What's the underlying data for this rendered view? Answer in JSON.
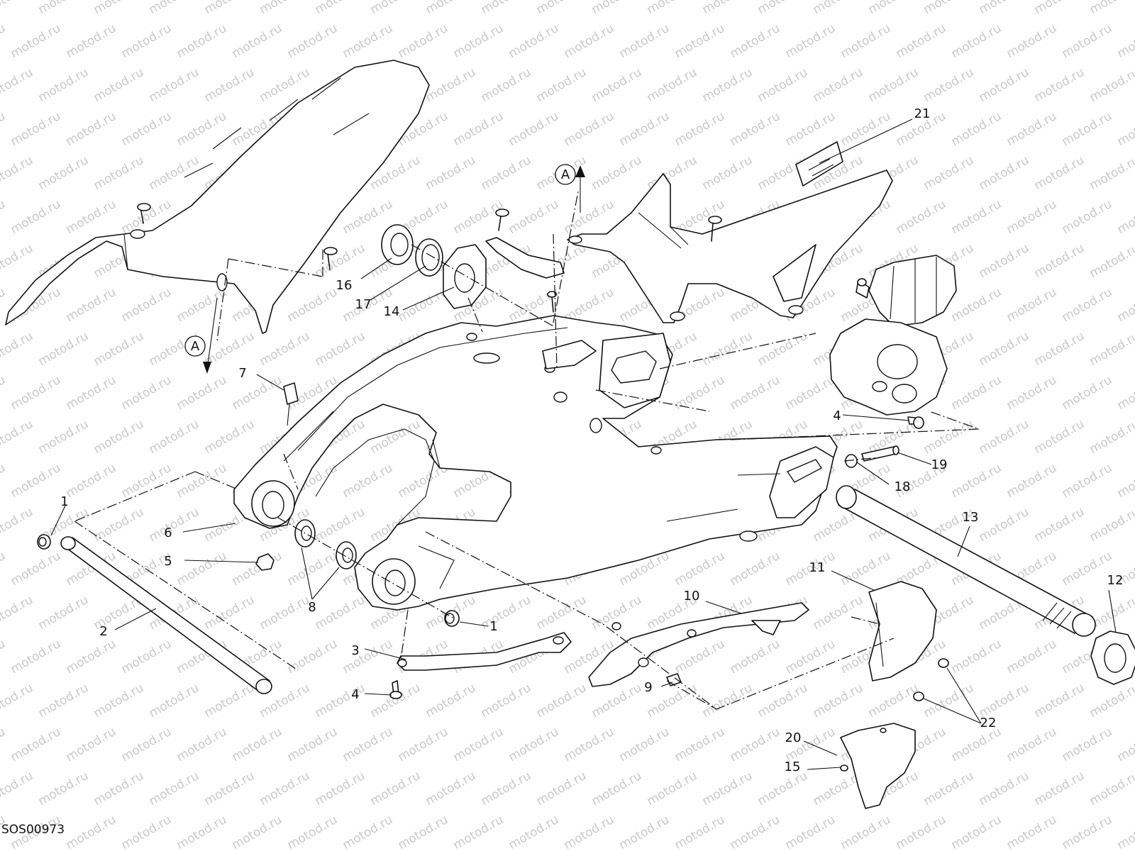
{
  "diagram_code": "SOS00973",
  "watermark_text": "motod.ru",
  "view_marker": "A",
  "part_callouts": [
    "1",
    "2",
    "3",
    "4",
    "5",
    "6",
    "7",
    "8",
    "9",
    "10",
    "11",
    "12",
    "13",
    "14",
    "15",
    "16",
    "17",
    "18",
    "19",
    "20",
    "21",
    "22"
  ]
}
